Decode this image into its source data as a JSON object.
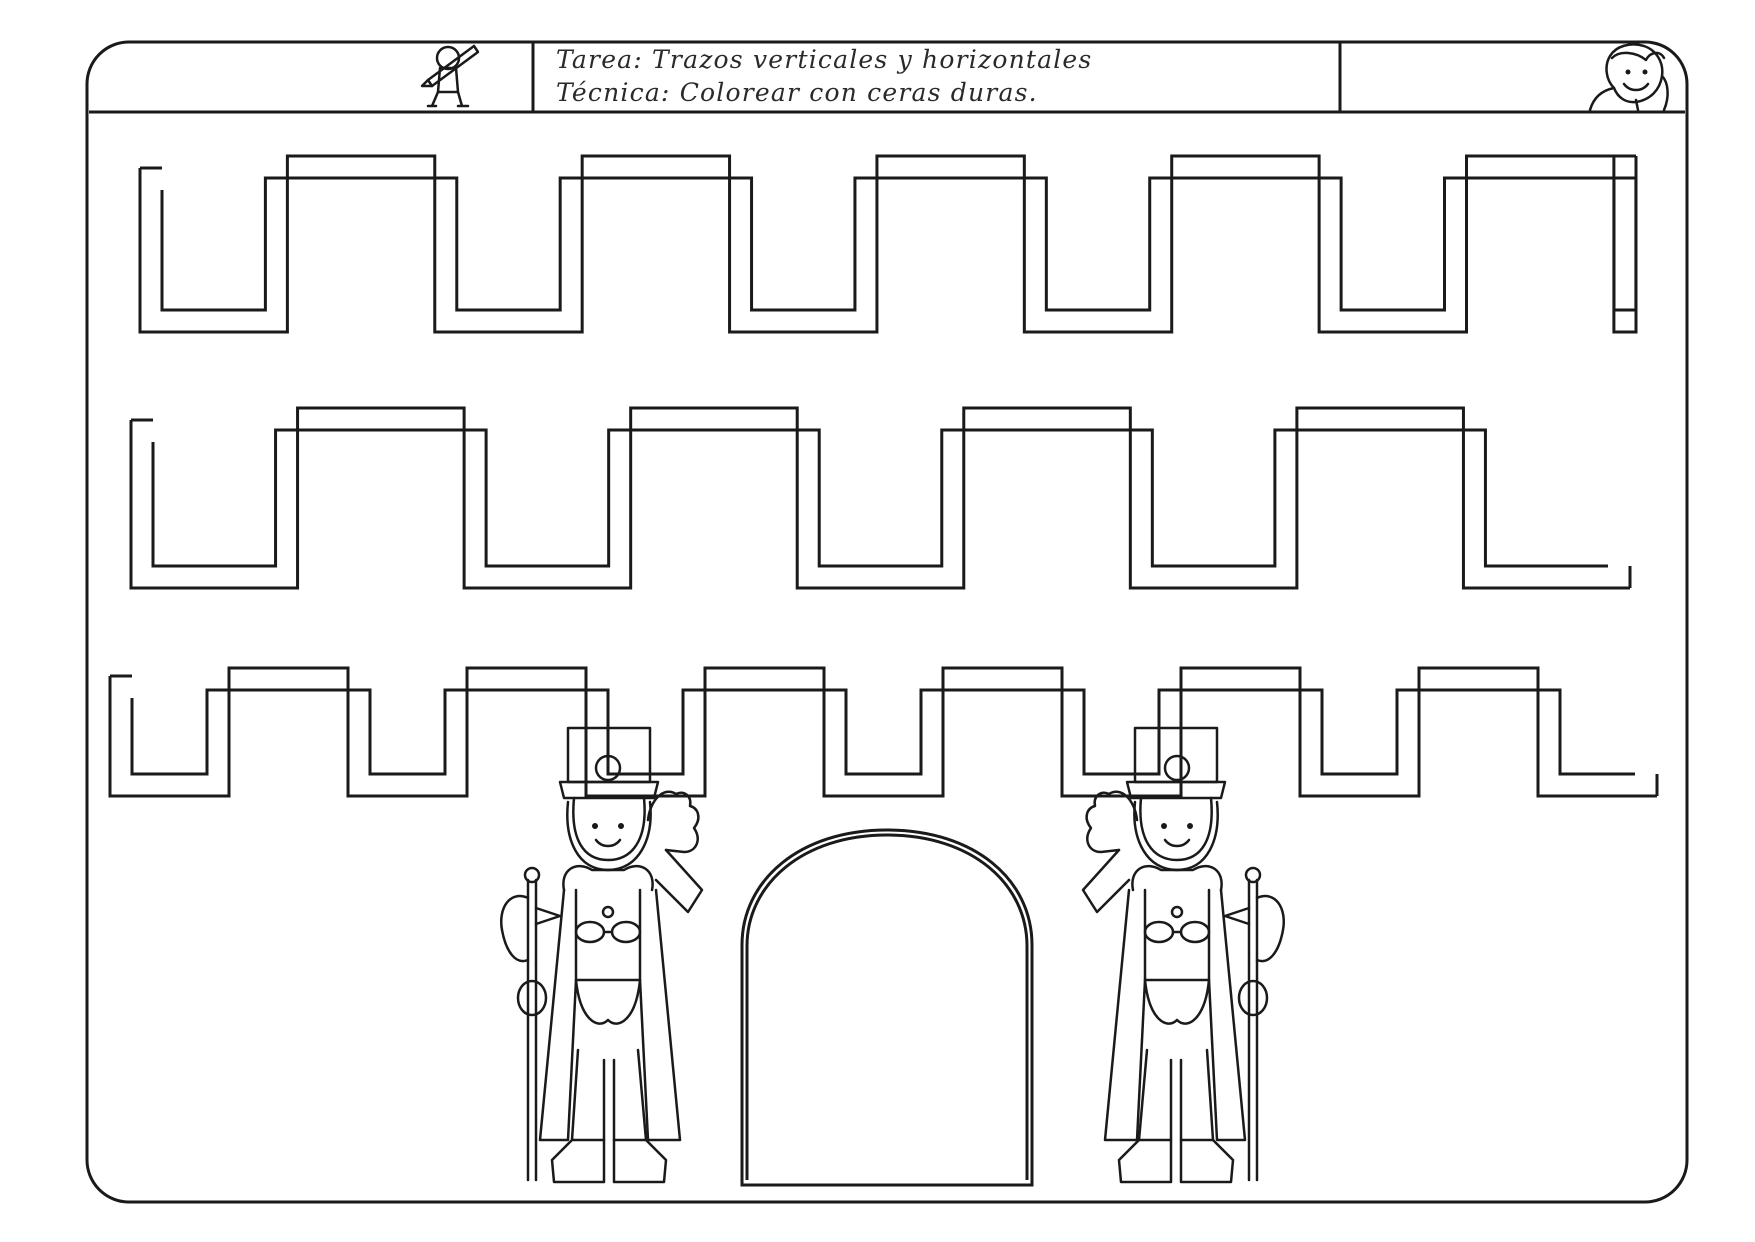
{
  "header": {
    "task_label": "Tarea: Trazos verticales y horizontales",
    "technique_label": "Técnica: Colorear con ceras duras."
  },
  "icons": {
    "left": "child-with-pencil-icon",
    "right": "smiling-child-icon"
  },
  "tracing_rows": [
    {
      "name": "row-1",
      "teeth": 5
    },
    {
      "name": "row-2",
      "teeth": 4
    },
    {
      "name": "row-3",
      "teeth": 6
    }
  ],
  "illustration": {
    "items": [
      "castle-gate",
      "guard-left",
      "guard-right"
    ]
  },
  "colors": {
    "ink": "#1a1a1a",
    "paper": "#ffffff"
  }
}
